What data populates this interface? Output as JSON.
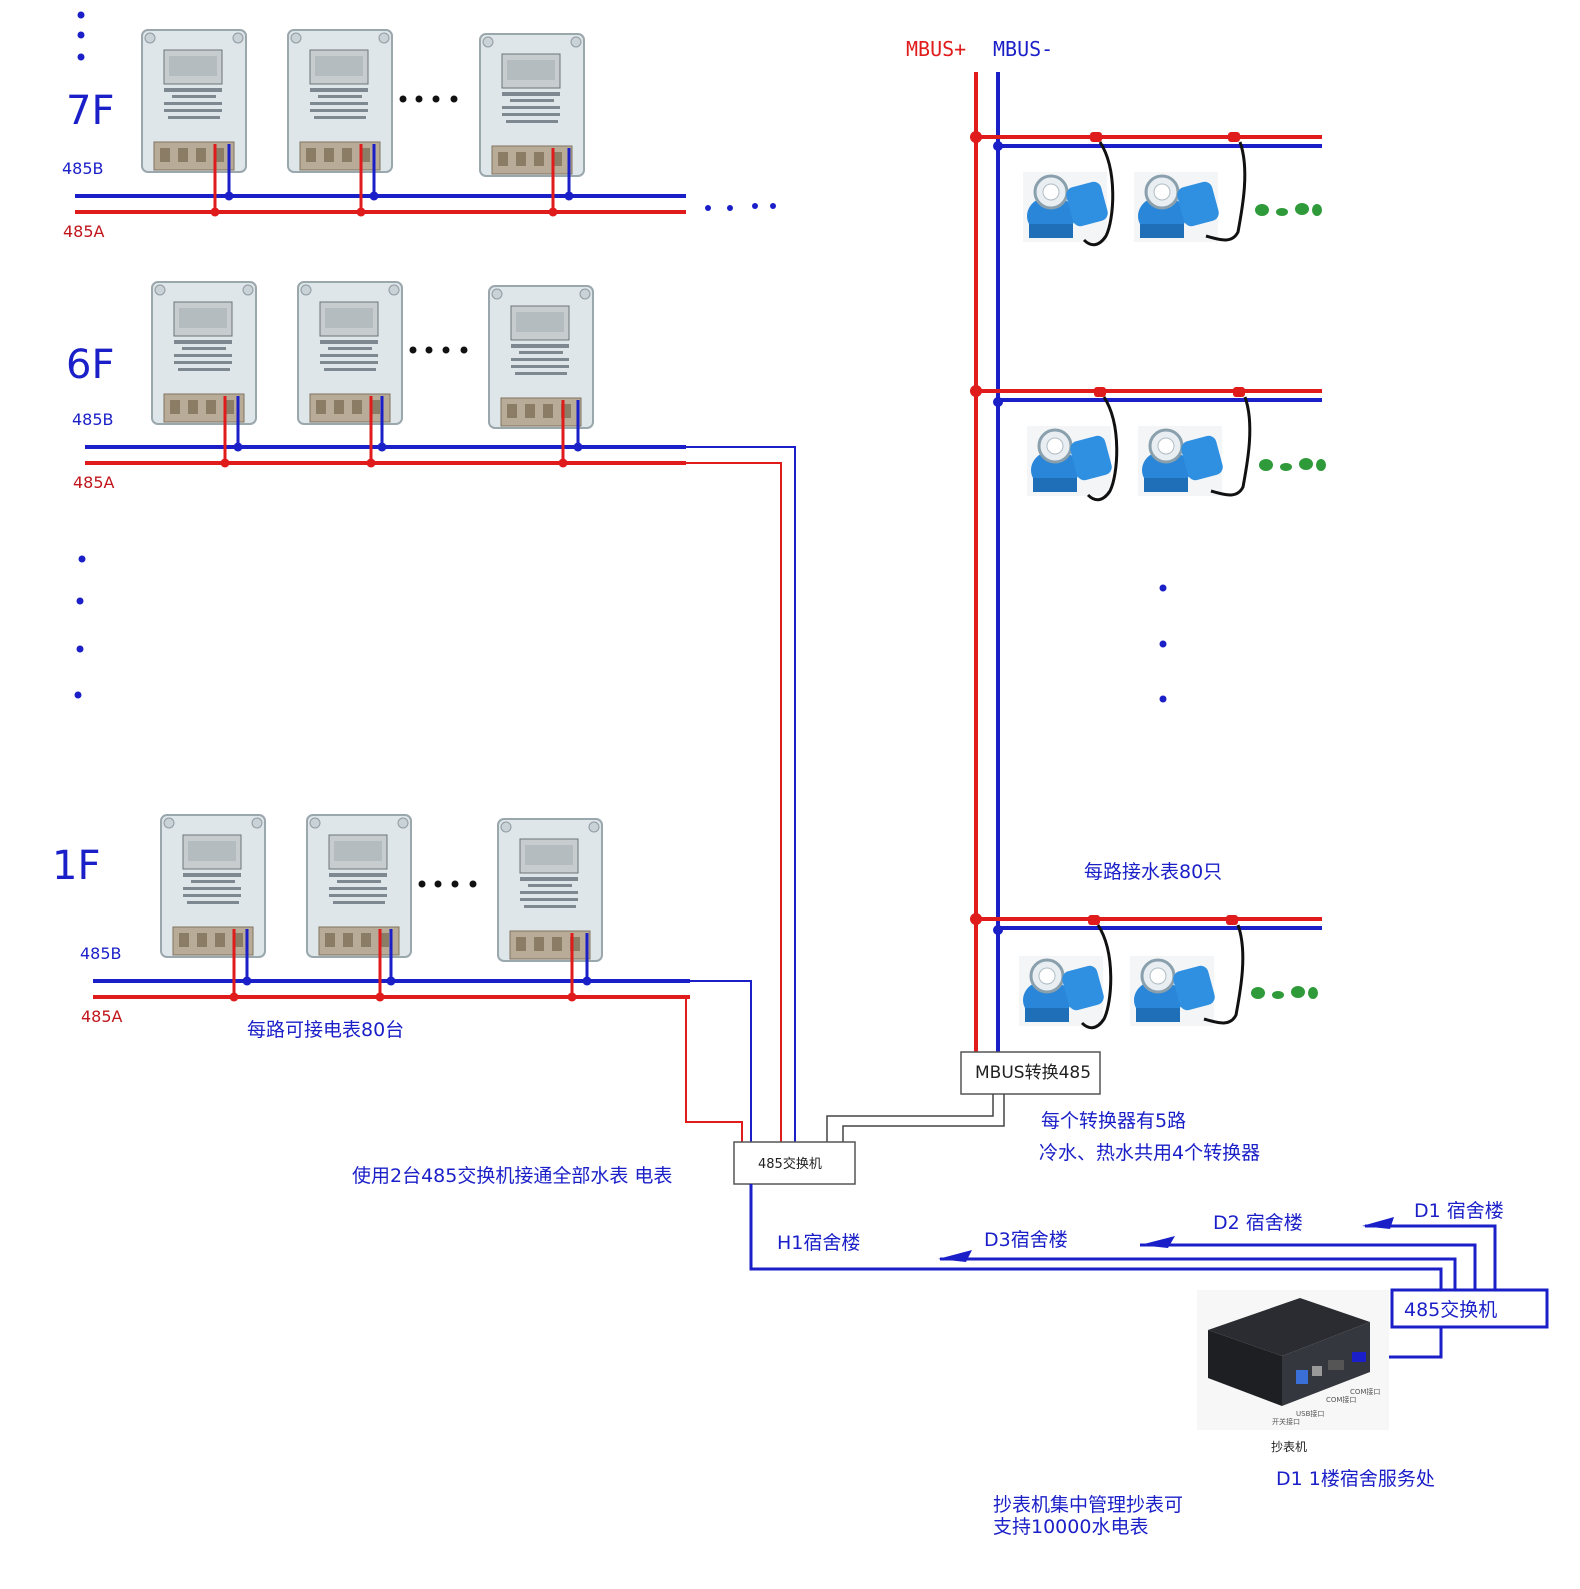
{
  "floors": [
    {
      "label": "7F",
      "bus_b": "485B",
      "bus_a": "485A"
    },
    {
      "label": "6F",
      "bus_b": "485B",
      "bus_a": "485A"
    },
    {
      "label": "1F",
      "bus_b": "485B",
      "bus_a": "485A"
    }
  ],
  "mbus": {
    "plus": "MBUS+",
    "minus": "MBUS-"
  },
  "notes": {
    "meters_per_line": "每路可接电表80台",
    "water_per_line": "每路接水表80只",
    "converter_lines": "每个转换器有5路",
    "converter_count": "冷水、热水共用4个转换器",
    "switch_usage": "使用2台485交换机接通全部水表 电表",
    "reader_line1": "抄表机集中管理抄表可",
    "reader_line2": "支持10000水电表"
  },
  "devices": {
    "converter": "MBUS转换485",
    "switch_small": "485交换机",
    "switch_main": "485交换机",
    "reader": "抄表机",
    "reader_location": "D1  1楼宿舍服务处",
    "reader_ports": [
      "开关接口",
      "USB接口",
      "COM接口",
      "COM接口"
    ]
  },
  "buildings": {
    "h1": "H1宿舍楼",
    "d3": "D3宿舍楼",
    "d2": "D2  宿舍楼",
    "d1": "D1  宿舍楼"
  },
  "colors": {
    "bus_a_red": "#e01b1b",
    "bus_b_blue": "#1a1fc8",
    "meter_body": "#dfe6ea",
    "water_meter": "#2a86d8",
    "green_dots": "#2f9a3a"
  }
}
